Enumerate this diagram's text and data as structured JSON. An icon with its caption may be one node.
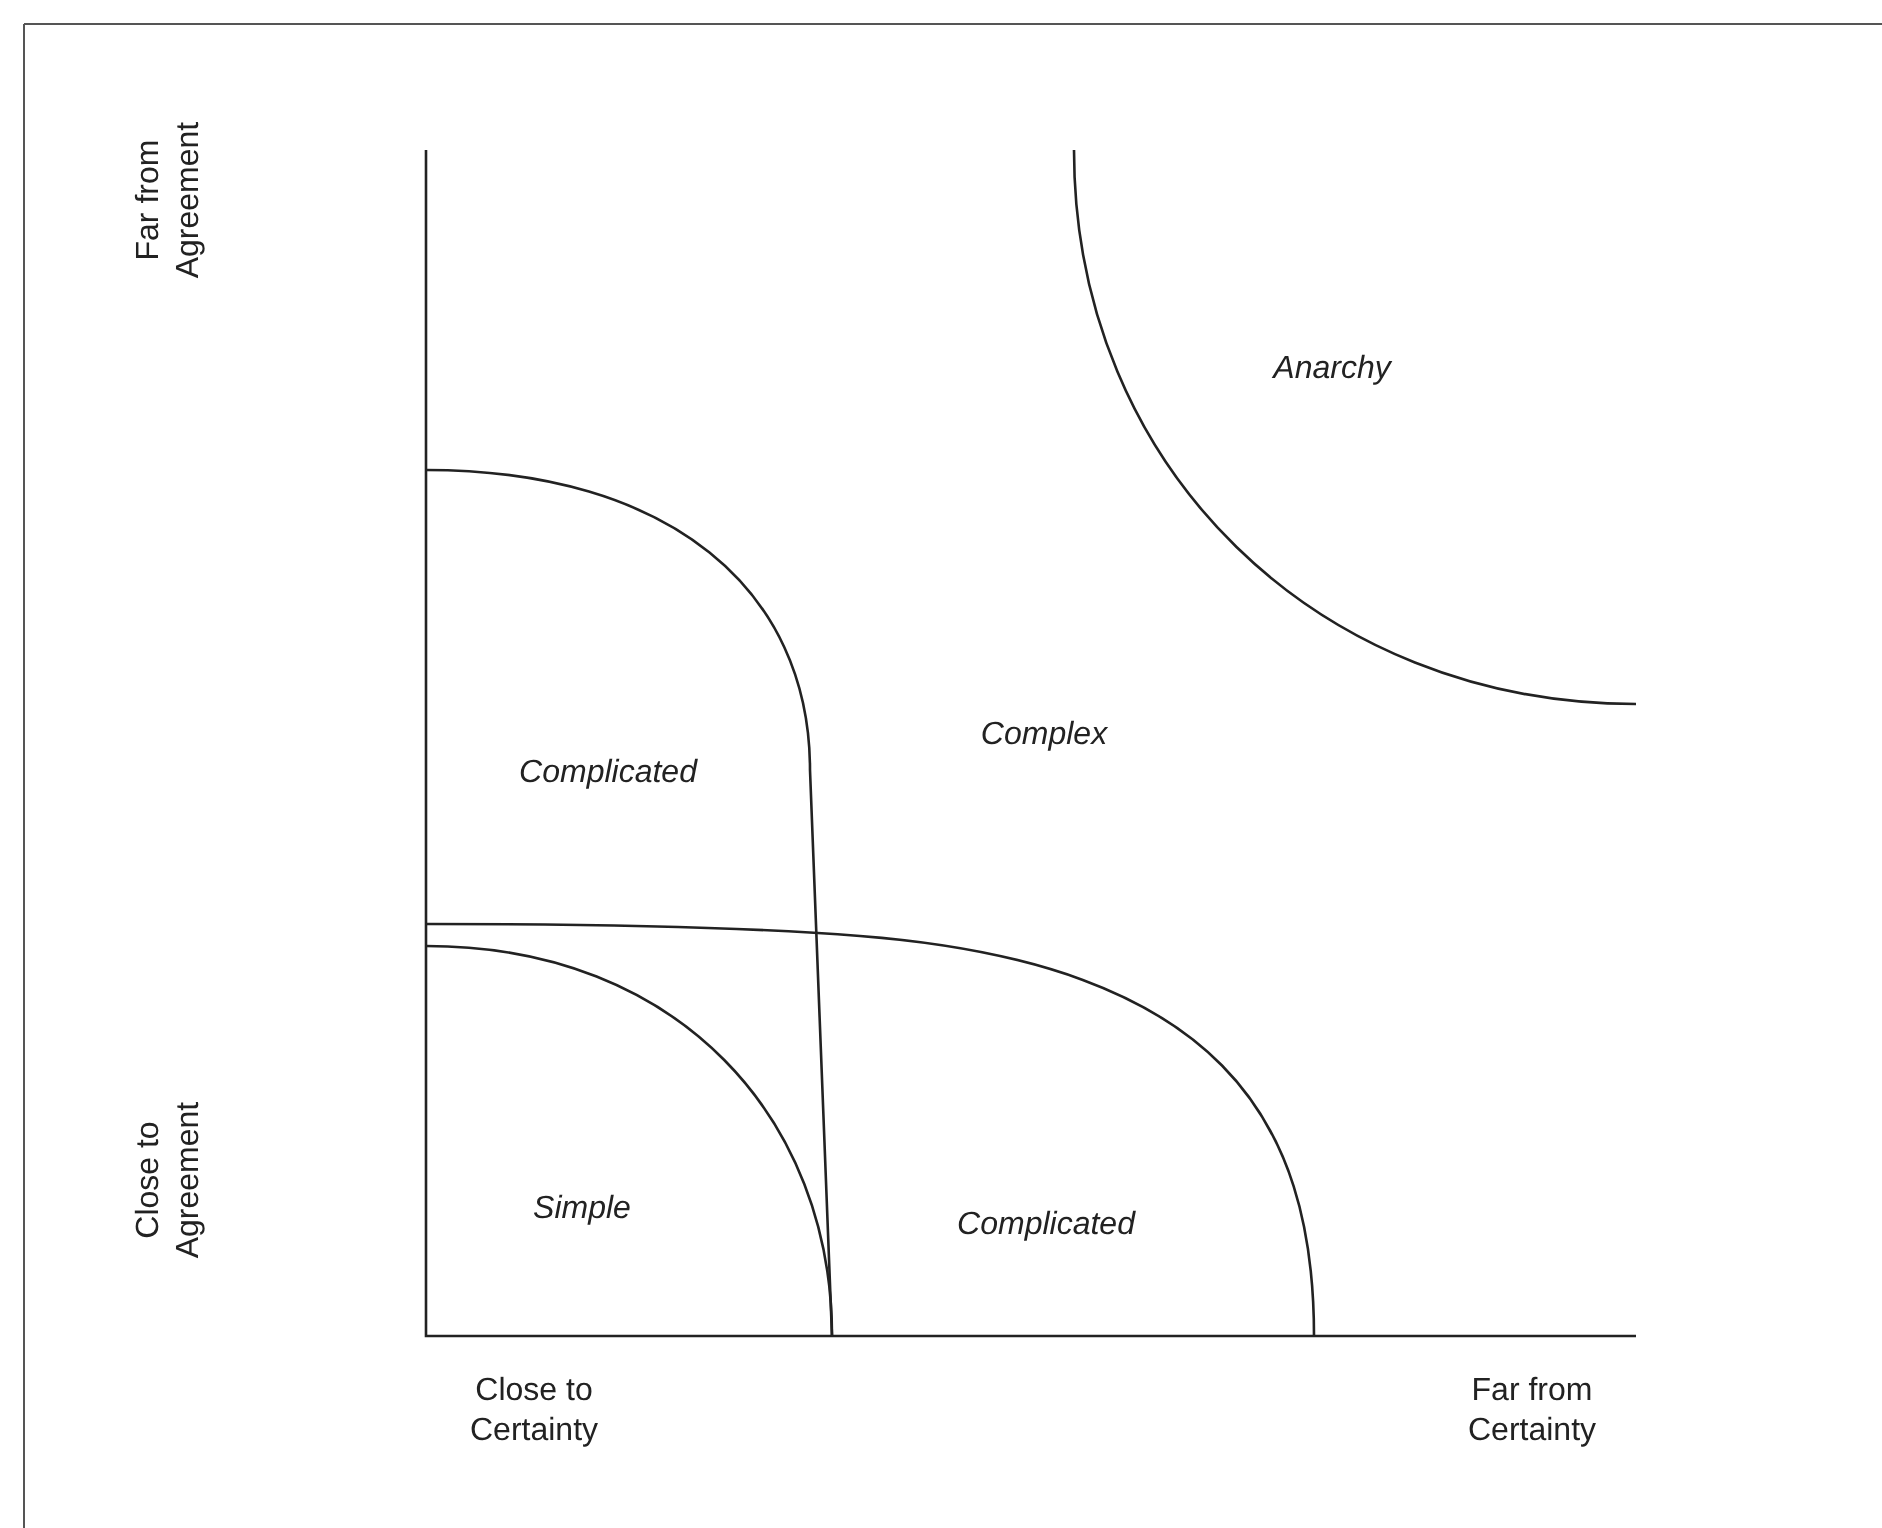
{
  "diagram": {
    "labels": [
      "Far from Agreement",
      "Anarchy",
      "Complicated",
      "Complex",
      "Close to Agreement",
      "Simple",
      "Complicated",
      "Close to Certainty",
      "Far from Certainty"
    ]
  }
}
